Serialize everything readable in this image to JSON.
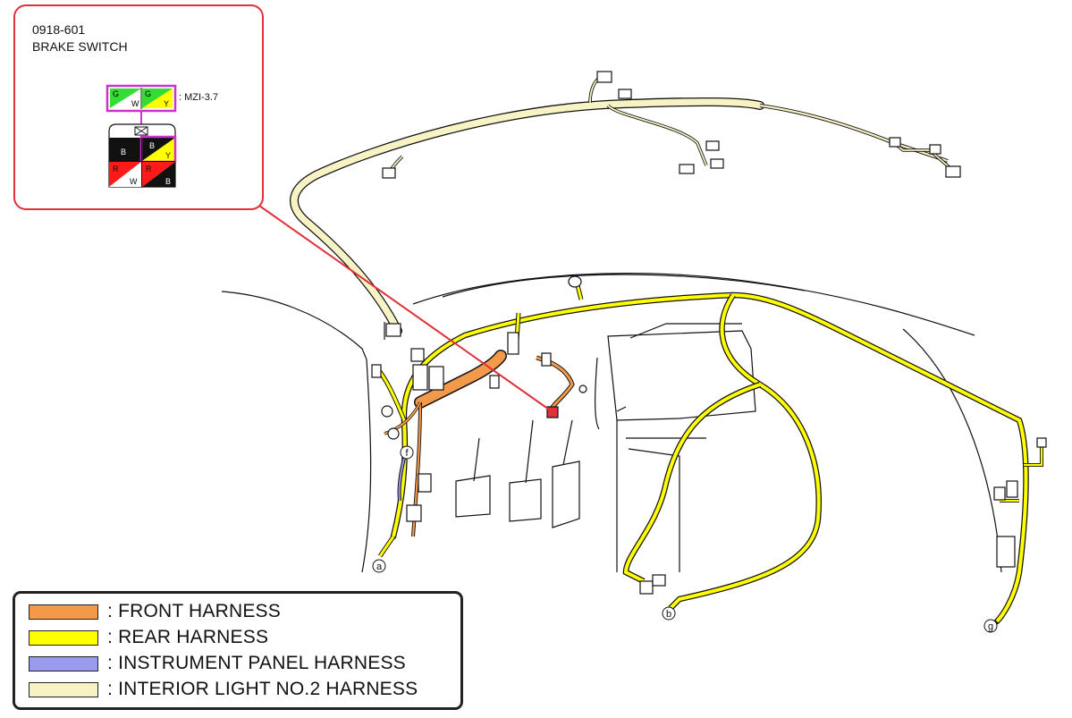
{
  "callout": {
    "connector_code": "0918-601",
    "connector_name": "BRAKE SWITCH",
    "wire_ref": ": MZI-3.7",
    "terminal_label_top": [
      "G",
      "W",
      "G",
      "Y"
    ],
    "terminals": [
      {
        "top": "B",
        "bottom": "",
        "top_color": "#111111",
        "bottom_color": "#111111"
      },
      {
        "top": "B",
        "bottom": "Y",
        "top_color": "#111111",
        "bottom_color": "#ffff00"
      },
      {
        "top": "R",
        "bottom": "W",
        "top_color": "#ff1a1a",
        "bottom_color": "#ffffff"
      },
      {
        "top": "R",
        "bottom": "B",
        "top_color": "#ff1a1a",
        "bottom_color": "#111111"
      }
    ]
  },
  "markers": [
    "a",
    "b",
    "f",
    "g"
  ],
  "legend": [
    {
      "label": ": FRONT HARNESS",
      "color": "#f29a4a"
    },
    {
      "label": ": REAR HARNESS",
      "color": "#ffff00"
    },
    {
      "label": ": INSTRUMENT PANEL HARNESS",
      "color": "#9a9af0"
    },
    {
      "label": ": INTERIOR LIGHT NO.2 HARNESS",
      "color": "#f7f3c4"
    }
  ],
  "colors": {
    "callout_border": "#e0303a",
    "front": "#f29a4a",
    "rear": "#ffff00",
    "instrument_panel": "#9a9af0",
    "interior_light": "#f7f3c4",
    "terminal_green": "#33dd33",
    "connector_frame": "#cc33cc"
  }
}
